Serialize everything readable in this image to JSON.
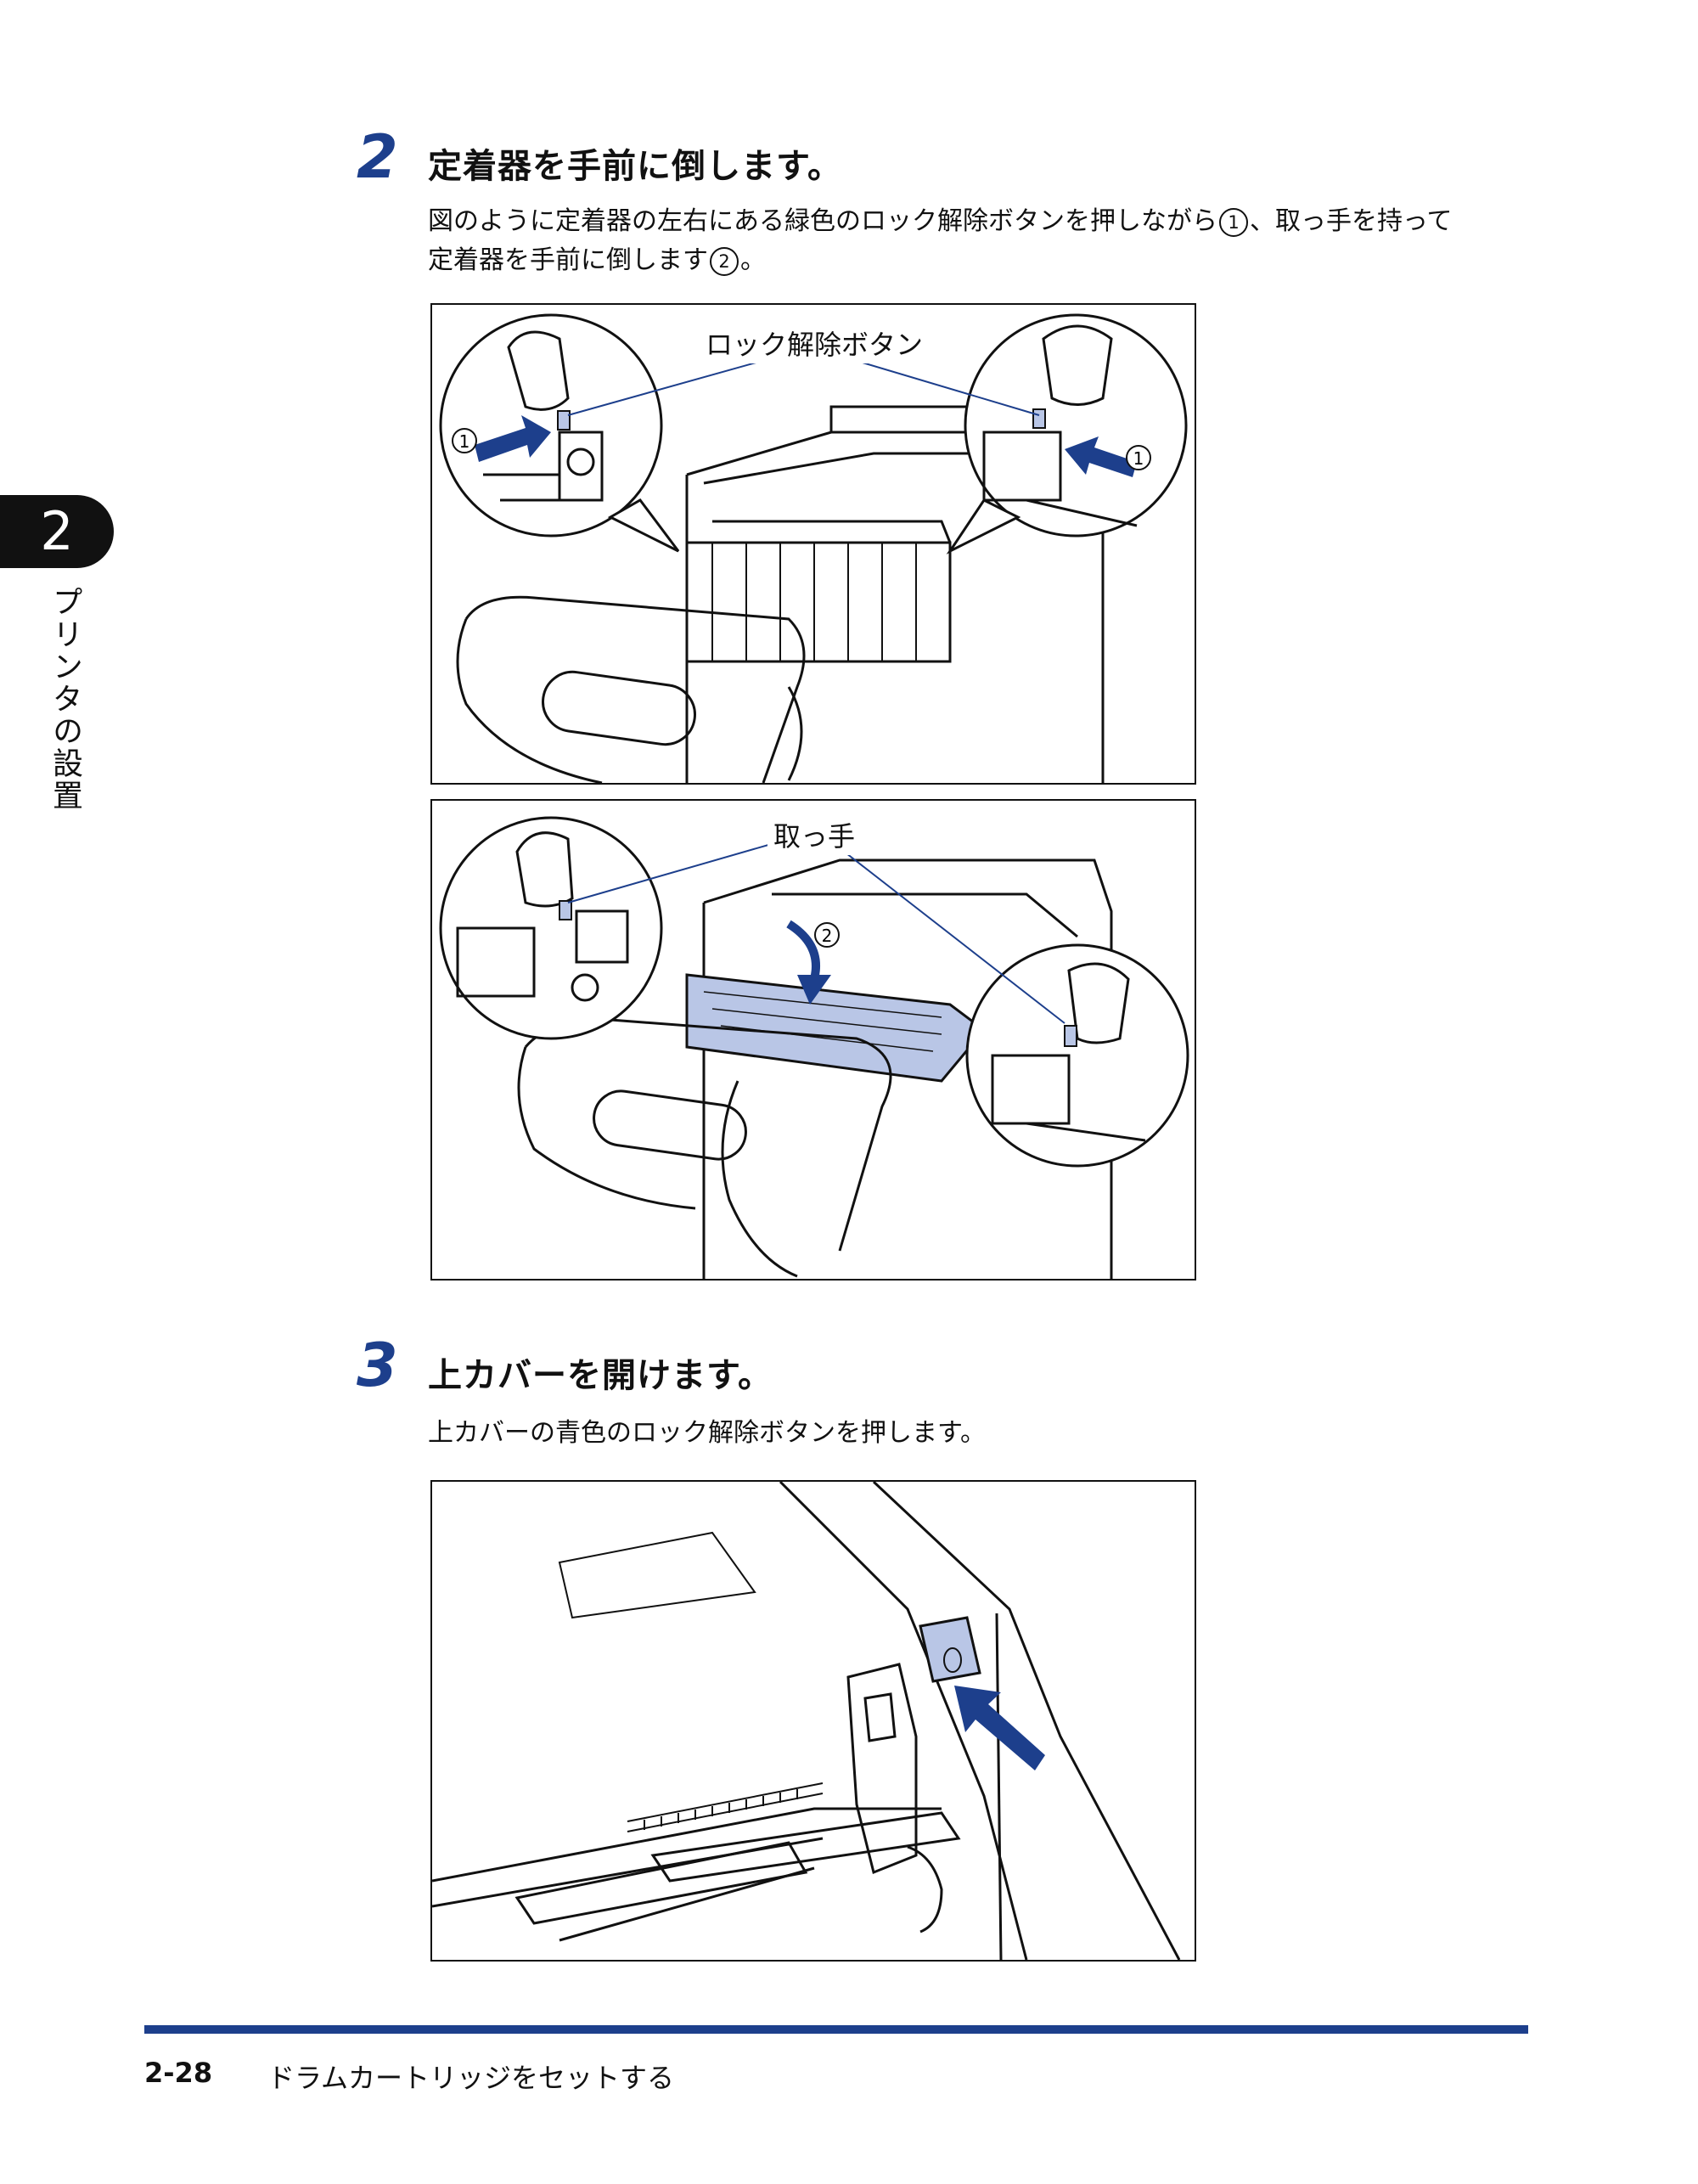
{
  "chapter": {
    "number": "2",
    "title": "プリンタの設置"
  },
  "step2": {
    "number": "2",
    "title": "定着器を手前に倒します。",
    "line1_pre": "図のように定着器の左右にある緑色のロック解除ボタンを押しながら",
    "line1_mark": "1",
    "line1_post": "、取っ手を持って",
    "line2_pre": "定着器を手前に倒します",
    "line2_mark": "2",
    "line2_post": "。"
  },
  "figure1": {
    "label": "ロック解除ボタン",
    "callout_left": "1",
    "callout_right": "1"
  },
  "figure2": {
    "label": "取っ手",
    "callout": "2"
  },
  "step3": {
    "number": "3",
    "title": "上カバーを開けます。",
    "body": "上カバーの青色のロック解除ボタンを押します。"
  },
  "footer": {
    "page": "2-28",
    "title": "ドラムカートリッジをセットする"
  },
  "colors": {
    "accent": "#1d3f8c",
    "highlight": "#b9c6e6"
  }
}
